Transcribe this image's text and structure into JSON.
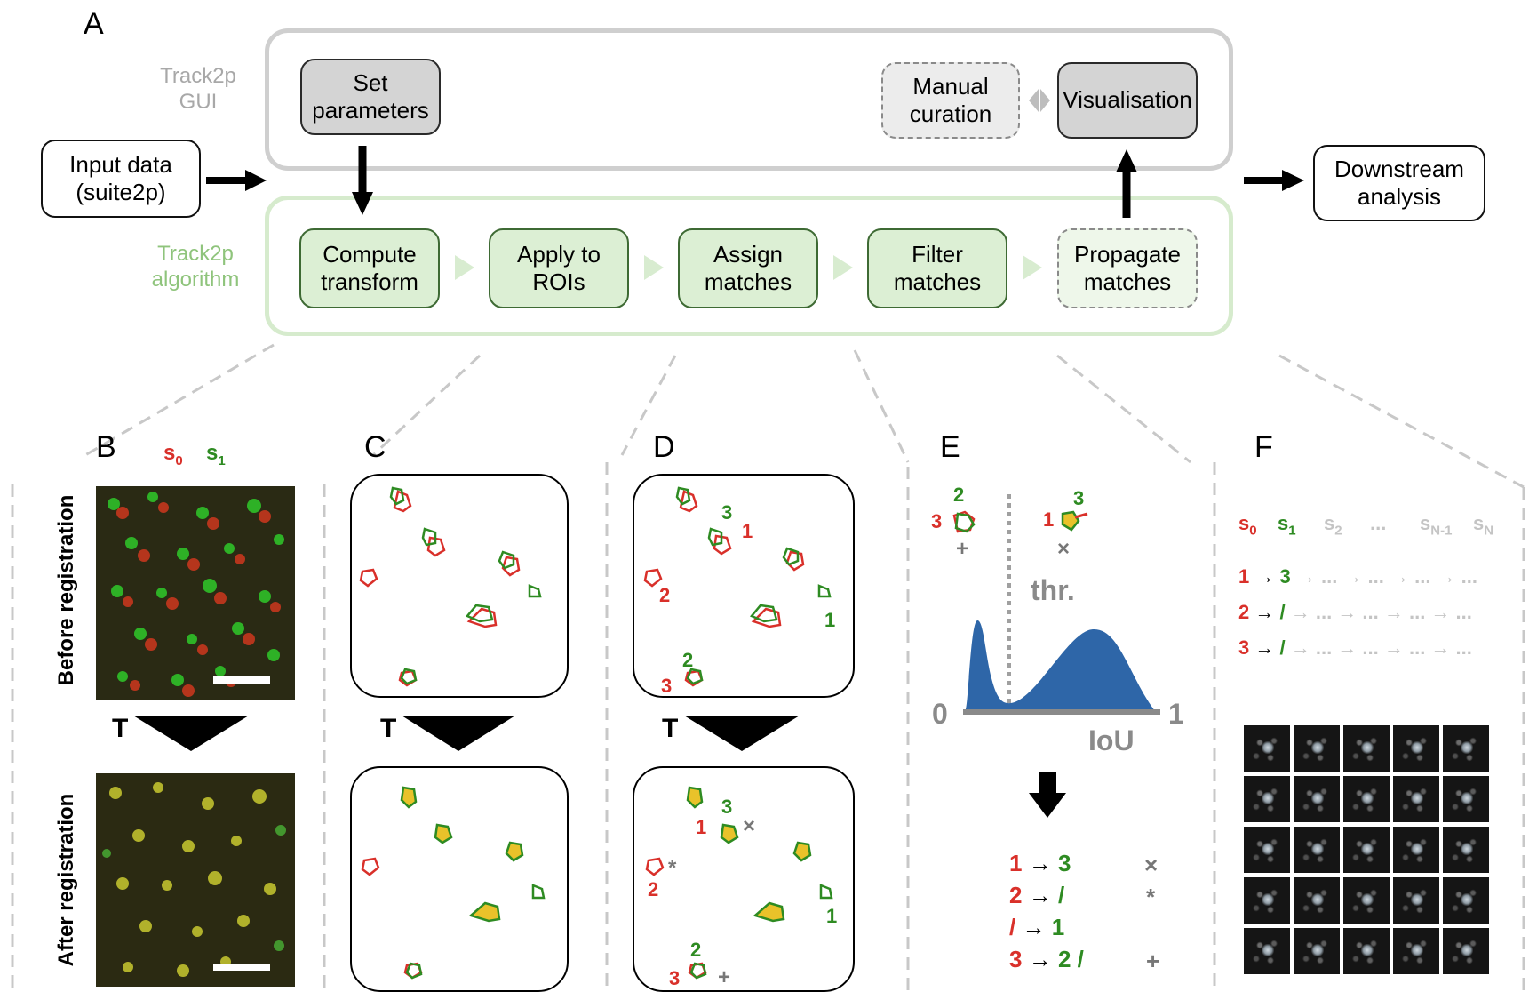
{
  "panel_labels": {
    "a": "A",
    "b": "B",
    "c": "C",
    "d": "D",
    "e": "E",
    "f": "F"
  },
  "pipeline": {
    "gui_label": [
      "Track2p",
      "GUI"
    ],
    "algo_label": [
      "Track2p",
      "algorithm"
    ],
    "input": [
      "Input data",
      "(suite2p)"
    ],
    "downstream": [
      "Downstream",
      "analysis"
    ],
    "set_parameters": [
      "Set",
      "parameters"
    ],
    "manual_curation": [
      "Manual",
      "curation"
    ],
    "visualisation": "Visualisation",
    "steps": [
      [
        "Compute",
        "transform"
      ],
      [
        "Apply to",
        "ROIs"
      ],
      [
        "Assign",
        "matches"
      ],
      [
        "Filter",
        "matches"
      ],
      [
        "Propagate",
        "matches"
      ]
    ],
    "colors": {
      "gui_fill": "#d4d4d4",
      "algo_fill": "#dcefd4",
      "gui_border": "#cfcfcf",
      "algo_border": "#d6ebcd"
    }
  },
  "panel_b": {
    "legend_s0": "s",
    "legend_s0_sub": "0",
    "legend_s1": "s",
    "legend_s1_sub": "1",
    "before_label": "Before registration",
    "after_label": "After registration",
    "transform": "T"
  },
  "panel_c": {
    "transform": "T"
  },
  "panel_d": {
    "transform": "T",
    "top_labels": {
      "n3a": "3",
      "n1a": "1",
      "n2a": "2",
      "n1b": "1",
      "n2b": "2",
      "n3b": "3"
    },
    "bottom_labels": {
      "n3a": "3",
      "n1a": "1",
      "x": "×",
      "n2a": "2",
      "star": "*",
      "n1b": "1",
      "n2b": "2",
      "n3b": "3",
      "plus": "+"
    }
  },
  "panel_e": {
    "top_left_nums": {
      "a": "2",
      "b": "3"
    },
    "top_left_mark": "+",
    "top_right_nums": {
      "a": "3",
      "b": "1"
    },
    "top_right_mark": "×",
    "thr": "thr.",
    "axis_min": "0",
    "axis_max": "1",
    "axis_label": "IoU",
    "result_rows": [
      {
        "left": "1",
        "arrow": "→",
        "right": "3",
        "mark": "×"
      },
      {
        "left": "2",
        "arrow": "→",
        "right": "/",
        "mark": "*"
      },
      {
        "left": "/",
        "arrow": "→",
        "right": "1",
        "mark": ""
      },
      {
        "left": "3",
        "arrow": "→",
        "right": "2 /",
        "mark": "+"
      }
    ],
    "colors": {
      "hist": "#2e66a8"
    }
  },
  "panel_f": {
    "sessions": [
      {
        "s": "s",
        "sub": "0"
      },
      {
        "s": "s",
        "sub": "1"
      },
      {
        "s": "s",
        "sub": "2"
      },
      {
        "s": "...",
        "sub": ""
      },
      {
        "s": "s",
        "sub": "N-1"
      },
      {
        "s": "s",
        "sub": "N"
      }
    ],
    "rows": [
      {
        "a": "1",
        "arrow": "→",
        "b": "3",
        "tail": "→ ... → ... → ... → ..."
      },
      {
        "a": "2",
        "arrow": "→",
        "b": "/",
        "tail": "→ ... → ... → ... → ..."
      },
      {
        "a": "3",
        "arrow": "→",
        "b": "/",
        "tail": "→ ... → ... → ... → ..."
      }
    ]
  }
}
